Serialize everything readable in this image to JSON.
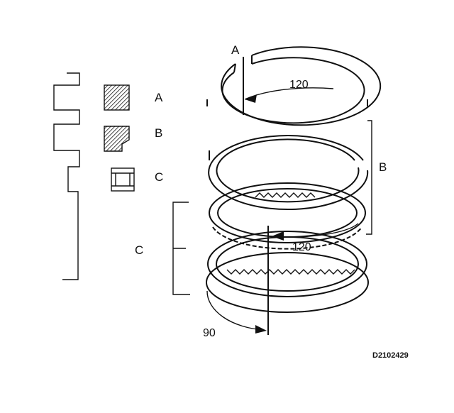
{
  "labels": {
    "section_a": "A",
    "section_b": "B",
    "section_c": "C",
    "ring_a": "A",
    "ring_b": "B",
    "ring_group_c": "C",
    "angle_top": "120",
    "angle_middle": "120",
    "angle_bottom": "90",
    "figure_code": "D2102429"
  }
}
